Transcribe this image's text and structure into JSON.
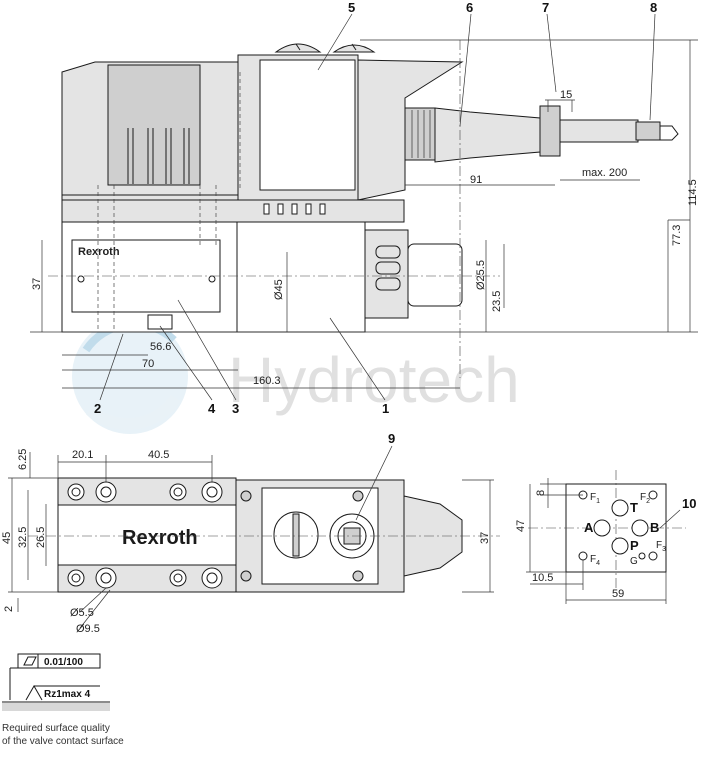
{
  "brand": "Rexroth",
  "watermark": "Hydrotech",
  "position_numbers": [
    "1",
    "2",
    "3",
    "4",
    "5",
    "6",
    "7",
    "8",
    "9",
    "10"
  ],
  "top_view": {
    "dims": {
      "d15": "15",
      "d91": "91",
      "max200": "max. 200",
      "d114_5": "114.5",
      "d77_3": "77.3",
      "d37": "37",
      "d45": "Ø45",
      "d25_5": "Ø25.5",
      "d23_5": "23.5",
      "d56_6": "56.6",
      "d70": "70",
      "d160_3": "160.3"
    }
  },
  "bottom_view": {
    "dims": {
      "d6_25": "6.25",
      "d20_1": "20.1",
      "d40_5": "40.5",
      "d45": "45",
      "d32_5": "32.5",
      "d26_5": "26.5",
      "d2": "2",
      "d5_5": "Ø5.5",
      "d9_5": "Ø9.5",
      "d37": "37"
    }
  },
  "port_pattern": {
    "dims": {
      "d8": "8",
      "d47": "47",
      "d10_5": "10.5",
      "d59": "59"
    },
    "ports": {
      "A": "A",
      "B": "B",
      "T": "T",
      "P": "P",
      "G": "G",
      "F1": "F",
      "F2": "F",
      "F3": "F",
      "F4": "F",
      "s1": "1",
      "s2": "2",
      "s3": "3",
      "s4": "4"
    }
  },
  "surface": {
    "flatness": "0.01/100",
    "roughness": "Rz1max 4",
    "caption_line1": "Required surface quality",
    "caption_line2": "of the valve contact surface"
  }
}
